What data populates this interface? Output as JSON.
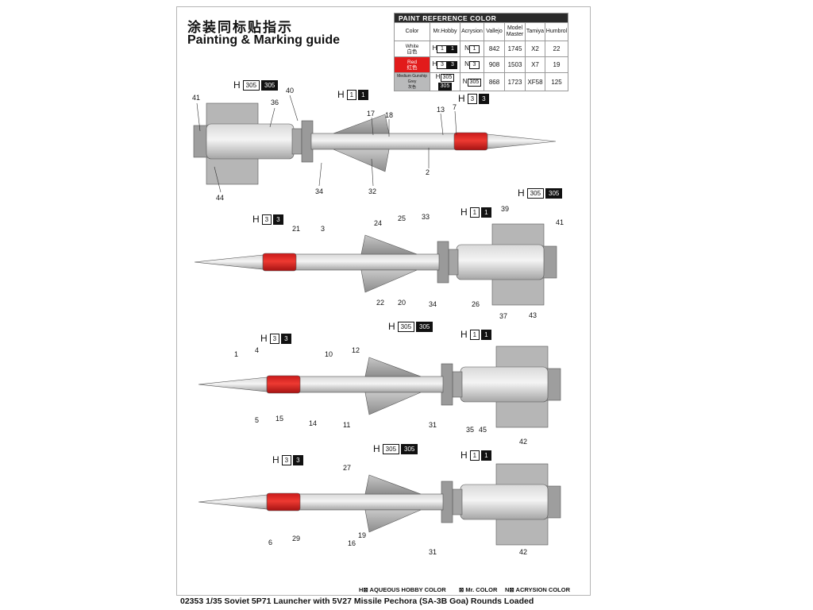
{
  "header": {
    "title_cn": "涂装同标贴指示",
    "title_en": "Painting & Marking guide"
  },
  "color_table": {
    "title": "PAINT  REFERENCE COLOR",
    "columns": [
      "Color",
      "Mr.Hobby",
      "Acrysion",
      "Vallejo",
      "Model Master",
      "Tamiya",
      "Humbrol"
    ],
    "rows": [
      {
        "color_en": "White",
        "color_cn": "白色",
        "hobby_h": "1",
        "hobby_c": "1",
        "acrysion": "1",
        "vallejo": "842",
        "model_master": "1745",
        "tamiya": "X2",
        "humbrol": "22"
      },
      {
        "color_en": "Red",
        "color_cn": "红色",
        "hobby_h": "3",
        "hobby_c": "3",
        "acrysion": "3",
        "vallejo": "908",
        "model_master": "1503",
        "tamiya": "X7",
        "humbrol": "19"
      },
      {
        "color_en": "Medium Gunship Grey",
        "color_cn": "灰色",
        "hobby_h": "305",
        "hobby_c": "305",
        "acrysion": "305",
        "vallejo": "868",
        "model_master": "1723",
        "tamiya": "XF58",
        "humbrol": "125"
      }
    ]
  },
  "callouts": {
    "m1": [
      "41",
      "36",
      "40",
      "17",
      "18",
      "13",
      "7",
      "2",
      "34",
      "32",
      "44"
    ],
    "m2": [
      "39",
      "41",
      "21",
      "3",
      "24",
      "25",
      "33",
      "22",
      "20",
      "34",
      "26",
      "37",
      "43"
    ],
    "m3": [
      "1",
      "4",
      "10",
      "12",
      "5",
      "15",
      "14",
      "11",
      "31",
      "35",
      "45",
      "42"
    ],
    "m4": [
      "27",
      "6",
      "29",
      "16",
      "19",
      "31",
      "42"
    ]
  },
  "chips": {
    "h": "H",
    "white": "1",
    "red": "3",
    "grey": "305"
  },
  "legend": {
    "aqueous": "AQUEOUS HOBBY COLOR",
    "mrcolor": "Mr. COLOR",
    "acrysion": "ACRYSION COLOR",
    "h_prefix": "H",
    "n_prefix": "N"
  },
  "footer": {
    "caption": "02353 1/35 Soviet 5P71 Launcher with 5V27 Missile Pechora (SA-3B Goa) Rounds Loaded"
  }
}
